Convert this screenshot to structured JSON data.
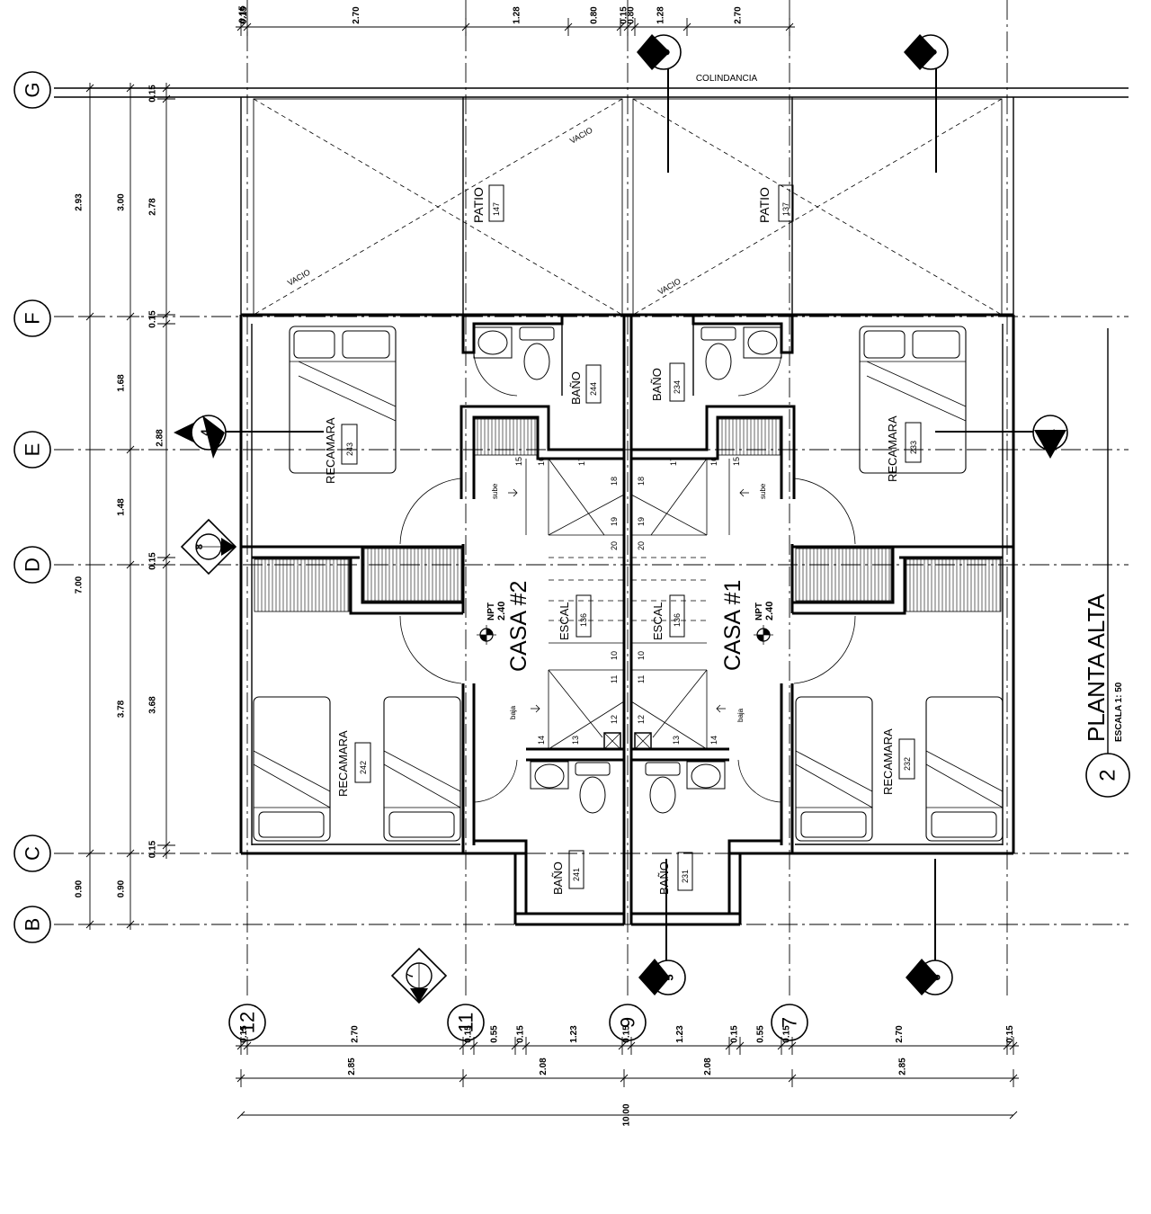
{
  "drawing": {
    "title": "PLANTA ALTA",
    "scale": "ESCALA 1:  50",
    "number": "2",
    "boundary_label": "COLINDANCIA"
  },
  "grid_axes": {
    "rows": [
      "G",
      "F",
      "E",
      "D",
      "C",
      "B"
    ],
    "columns": [
      "12",
      "11",
      "9",
      "7"
    ]
  },
  "rooms": [
    {
      "name": "PATIO",
      "code": "147"
    },
    {
      "name": "PATIO",
      "code": "137"
    },
    {
      "name": "BAÑO",
      "code": "244"
    },
    {
      "name": "BAÑO",
      "code": "234"
    },
    {
      "name": "RECAMARA",
      "code": "243"
    },
    {
      "name": "RECAMARA",
      "code": "233"
    },
    {
      "name": "ESCAL",
      "code": "136"
    },
    {
      "name": "ESCAL",
      "code": "136"
    },
    {
      "name": "RECAMARA",
      "code": "242"
    },
    {
      "name": "RECAMARA",
      "code": "232"
    },
    {
      "name": "BAÑO",
      "code": "241"
    },
    {
      "name": "BAÑO",
      "code": "231"
    }
  ],
  "houses": [
    "CASA #2",
    "CASA #1"
  ],
  "level": {
    "npt": "NPT",
    "value": "2.40"
  },
  "void_label": "VACIO",
  "stairs": {
    "up": "sube",
    "down": "baja",
    "steps": [
      "10",
      "11",
      "12",
      "13",
      "14",
      "15",
      "16",
      "17",
      "18",
      "19",
      "20"
    ]
  },
  "section_marks": [
    "4",
    "5",
    "6"
  ],
  "elevation_marks": [
    "7",
    "8"
  ],
  "dimensions": {
    "top": [
      "0.15",
      "2.70",
      "1.28",
      "0.80",
      "0.15",
      "0.80",
      "1.28",
      "2.70"
    ],
    "bottom_row1": [
      "0.15",
      "2.70",
      "0.15",
      "0.55",
      "0.15",
      "1.23",
      "0.15",
      "1.23",
      "0.15",
      "0.55",
      "0.15",
      "2.70",
      "0.15"
    ],
    "bottom_row2": [
      "2.85",
      "2.08",
      "2.08",
      "2.85"
    ],
    "bottom_total": "10.00",
    "left_outer": [
      "2.93",
      "7.00",
      "0.90"
    ],
    "left_mid": [
      "3.00",
      "1.68",
      "2.88",
      "1.48",
      "3.78"
    ],
    "left_inner": [
      "0.15",
      "2.78",
      "0.15",
      "0.15",
      "3.68",
      "0.15"
    ]
  }
}
